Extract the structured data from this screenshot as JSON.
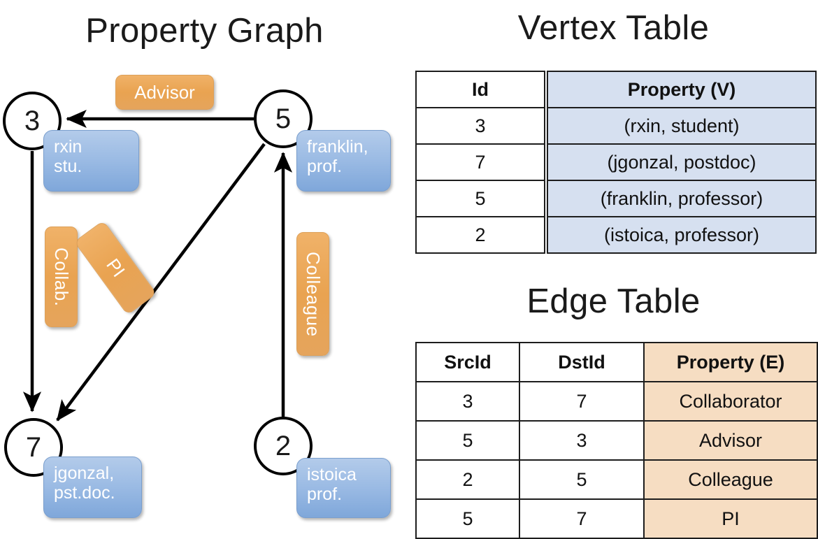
{
  "titles": {
    "property_graph": "Property Graph",
    "vertex_table": "Vertex Table",
    "edge_table": "Edge Table"
  },
  "graph": {
    "nodes": [
      {
        "id": "3",
        "name": "node-3",
        "property_line1": "rxin",
        "property_line2": "stu."
      },
      {
        "id": "5",
        "name": "node-5",
        "property_line1": "franklin,",
        "property_line2": "prof."
      },
      {
        "id": "7",
        "name": "node-7",
        "property_line1": "jgonzal,",
        "property_line2": "pst.doc."
      },
      {
        "id": "2",
        "name": "node-2",
        "property_line1": "istoica",
        "property_line2": "prof."
      }
    ],
    "edge_labels": {
      "advisor": "Advisor",
      "collab": "Collab.",
      "pi": "PI",
      "colleague": "Colleague"
    },
    "edges": [
      {
        "from": "5",
        "to": "3",
        "label": "Advisor"
      },
      {
        "from": "3",
        "to": "7",
        "label": "Collab."
      },
      {
        "from": "5",
        "to": "7",
        "label": "PI"
      },
      {
        "from": "2",
        "to": "5",
        "label": "Colleague"
      }
    ]
  },
  "vertex_table": {
    "headers": {
      "id": "Id",
      "property": "Property (V)"
    },
    "rows": [
      {
        "id": "3",
        "property": "(rxin, student)"
      },
      {
        "id": "7",
        "property": "(jgonzal, postdoc)"
      },
      {
        "id": "5",
        "property": "(franklin, professor)"
      },
      {
        "id": "2",
        "property": "(istoica, professor)"
      }
    ]
  },
  "edge_table": {
    "headers": {
      "src": "SrcId",
      "dst": "DstId",
      "property": "Property (E)"
    },
    "rows": [
      {
        "src": "3",
        "dst": "7",
        "property": "Collaborator"
      },
      {
        "src": "5",
        "dst": "3",
        "property": "Advisor"
      },
      {
        "src": "2",
        "dst": "5",
        "property": "Colleague"
      },
      {
        "src": "5",
        "dst": "7",
        "property": "PI"
      }
    ]
  },
  "colors": {
    "vertex_property_fill": "#d6e0f0",
    "edge_property_fill": "#f6ddc2",
    "vertex_callout": "#9bbbe4",
    "edge_callout": "#e9a351",
    "stroke": "#000000"
  }
}
